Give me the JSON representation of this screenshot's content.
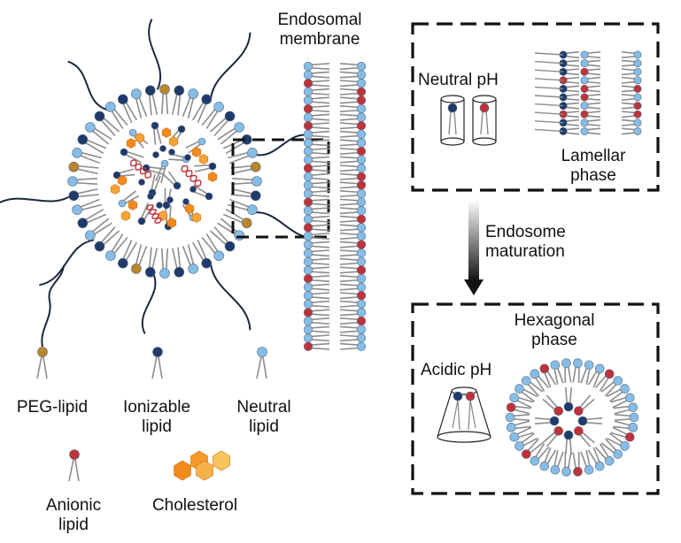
{
  "colors": {
    "peg_lipid": "#b8862b",
    "ionizable_lipid": "#1f3a6b",
    "neutral_lipid": "#86bde6",
    "anionic_lipid": "#c0323a",
    "cholesterol": "#f08a1c",
    "tail": "#8c8c8c",
    "rna": "#c0323a",
    "polymer": "#1c2740",
    "box_border": "#111111"
  },
  "labels": {
    "endosomal_membrane_line1": "Endosomal",
    "endosomal_membrane_line2": "membrane",
    "neutral_ph": "Neutral pH",
    "lamellar_line1": "Lamellar",
    "lamellar_line2": "phase",
    "endosome_line1": "Endosome",
    "endosome_line2": "maturation",
    "hexagonal_line1": "Hexagonal",
    "hexagonal_line2": "phase",
    "acidic_ph": "Acidic pH"
  },
  "legend": [
    {
      "line1": "PEG-lipid",
      "line2": "",
      "icon": "peg-lipid-icon"
    },
    {
      "line1": "Ionizable",
      "line2": "lipid",
      "icon": "ionizable-lipid-icon"
    },
    {
      "line1": "Neutral",
      "line2": "lipid",
      "icon": "neutral-lipid-icon"
    },
    {
      "line1": "Anionic",
      "line2": "lipid",
      "icon": "anionic-lipid-icon"
    },
    {
      "line1": "Cholesterol",
      "line2": "",
      "icon": "cholesterol-icon"
    }
  ]
}
